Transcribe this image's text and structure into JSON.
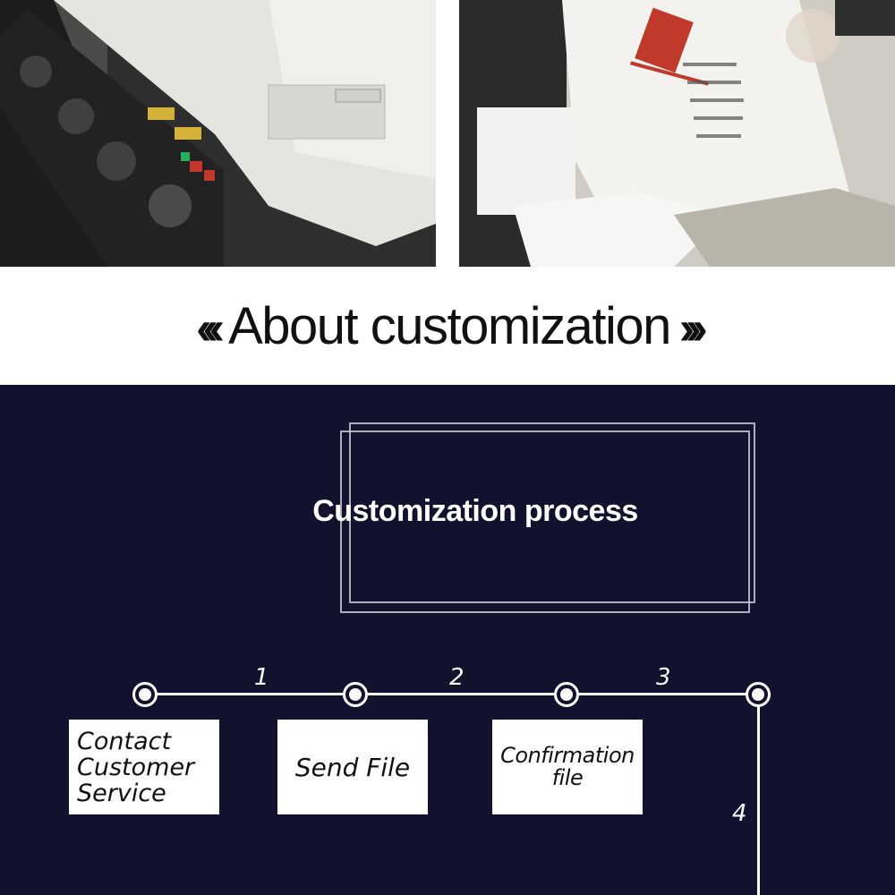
{
  "heading": {
    "left_mark": "‹‹‹",
    "text": "About customization",
    "right_mark": "›››"
  },
  "process": {
    "title": "Customization process",
    "steps": [
      {
        "number": "1",
        "label": "Contact Customer Service"
      },
      {
        "number": "2",
        "label": "Send File"
      },
      {
        "number": "3",
        "label": "Confirmation file"
      },
      {
        "number": "4"
      }
    ]
  },
  "colors": {
    "panel_background": "#12122e",
    "line": "#ffffff",
    "box": "#ffffff",
    "heading_text": "#111111"
  }
}
